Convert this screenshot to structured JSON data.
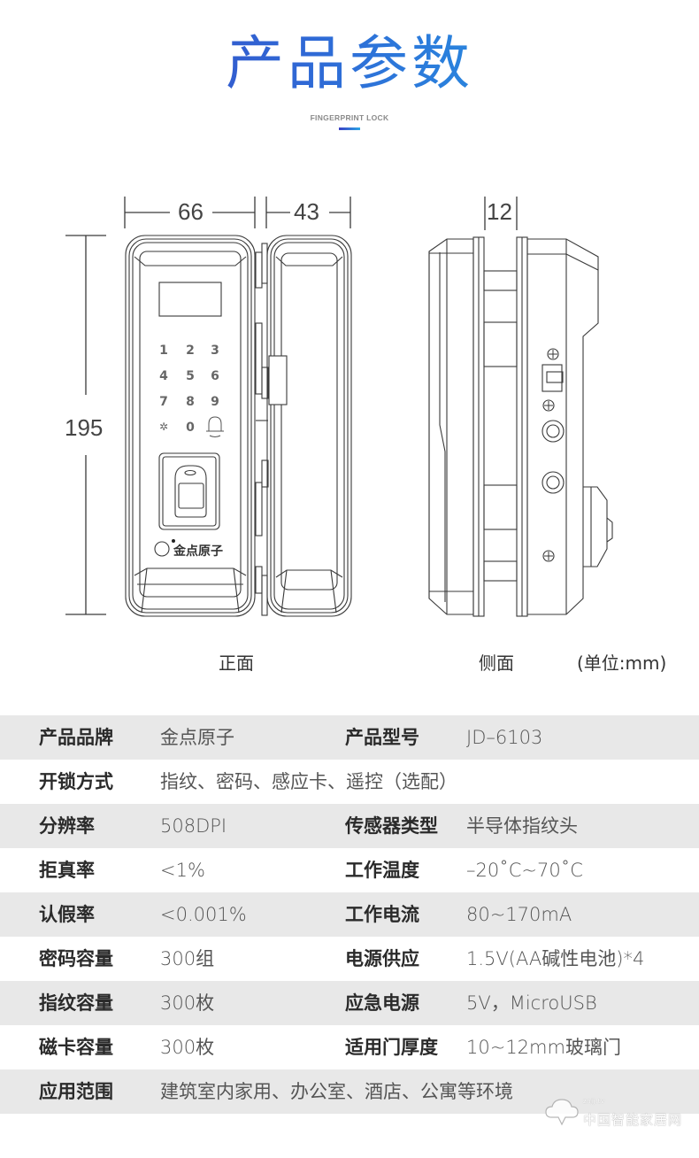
{
  "header": {
    "title": "产品参数",
    "subtitle": "FINGERPRINT LOCK",
    "accent_gradient": [
      "#3a3fbf",
      "#2f6ad6",
      "#22a8e8"
    ]
  },
  "drawing": {
    "front_view": {
      "width_main_mm": "66",
      "width_handle_mm": "43",
      "height_mm": "195",
      "keypad_keys": [
        "1",
        "2",
        "3",
        "4",
        "5",
        "6",
        "7",
        "8",
        "9",
        "✲",
        "0",
        "bell"
      ],
      "brand_logo_text": "金点原子"
    },
    "side_view": {
      "glass_thickness_mm": "12"
    },
    "captions": {
      "front": "正面",
      "side": "侧面",
      "unit": "(单位:mm)"
    }
  },
  "specs": {
    "rows": [
      {
        "k1": "产品品牌",
        "v1": "金点原子",
        "k2": "产品型号",
        "v2": "JD–6103",
        "shade": "gray"
      },
      {
        "k1": "开锁方式",
        "v1": "指纹、密码、感应卡、遥控（选配）",
        "k2": "",
        "v2": "",
        "shade": "white"
      },
      {
        "k1": "分辨率",
        "v1": "508DPI",
        "k2": "传感器类型",
        "v2": "半导体指纹头",
        "shade": "gray"
      },
      {
        "k1": "拒真率",
        "v1": "<1%",
        "k2": "工作温度",
        "v2": "–20˚C~70˚C",
        "shade": "white"
      },
      {
        "k1": "认假率",
        "v1": "<0.001%",
        "k2": "工作电流",
        "v2": "80~170mA",
        "shade": "gray"
      },
      {
        "k1": "密码容量",
        "v1": "300组",
        "k2": "电源供应",
        "v2": "1.5V(AA碱性电池)*4",
        "shade": "white"
      },
      {
        "k1": "指纹容量",
        "v1": "300枚",
        "k2": "应急电源",
        "v2": "5V，MicroUSB",
        "shade": "gray"
      },
      {
        "k1": "磁卡容量",
        "v1": "300枚",
        "k2": "适用门厚度",
        "v2": "10~12mm玻璃门",
        "shade": "white"
      },
      {
        "k1": "应用范围",
        "v1": "建筑室内家用、办公室、酒店、公寓等环境",
        "k2": "",
        "v2": "",
        "shade": "gray"
      }
    ],
    "row_gray_color": "#e8e8e8"
  },
  "watermark": {
    "url_text": "znjj.tv",
    "text": "中国智能家居网"
  }
}
